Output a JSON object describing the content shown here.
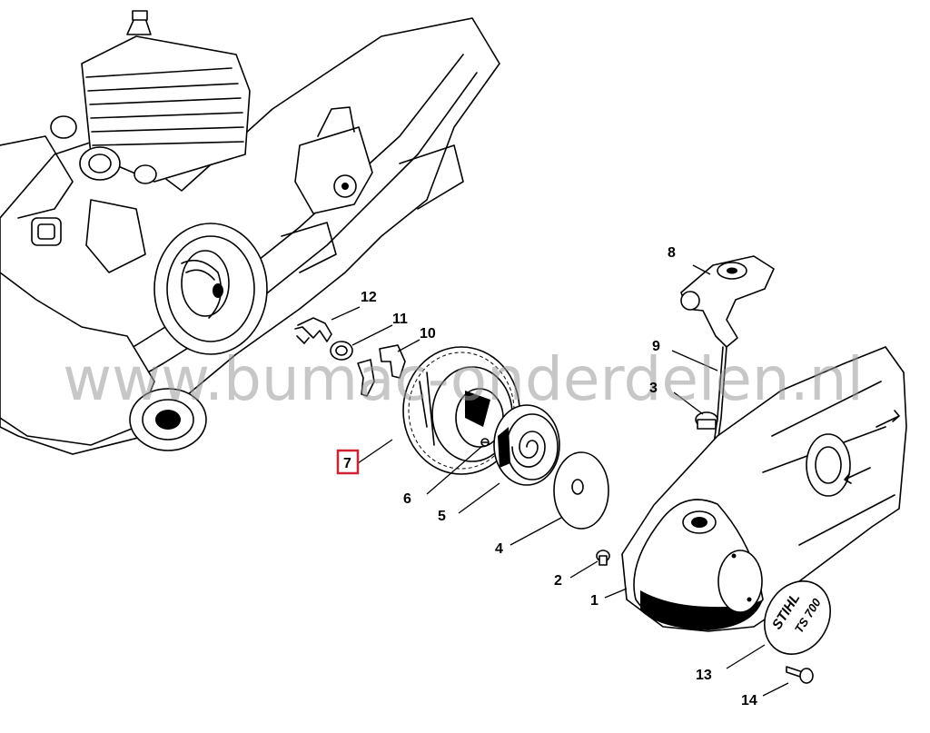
{
  "watermark": "www.bumac-onderdelen.nl",
  "highlighted_part": "7",
  "badge": {
    "brand": "STIHL",
    "model": "TS 700"
  },
  "callouts": [
    {
      "id": "c1",
      "label": "1"
    },
    {
      "id": "c2",
      "label": "2"
    },
    {
      "id": "c3",
      "label": "3"
    },
    {
      "id": "c4",
      "label": "4"
    },
    {
      "id": "c5",
      "label": "5"
    },
    {
      "id": "c6",
      "label": "6"
    },
    {
      "id": "c7",
      "label": "7"
    },
    {
      "id": "c8",
      "label": "8"
    },
    {
      "id": "c9",
      "label": "9"
    },
    {
      "id": "c10",
      "label": "10"
    },
    {
      "id": "c11",
      "label": "11"
    },
    {
      "id": "c12",
      "label": "12"
    },
    {
      "id": "c13",
      "label": "13"
    },
    {
      "id": "c14",
      "label": "14"
    }
  ]
}
